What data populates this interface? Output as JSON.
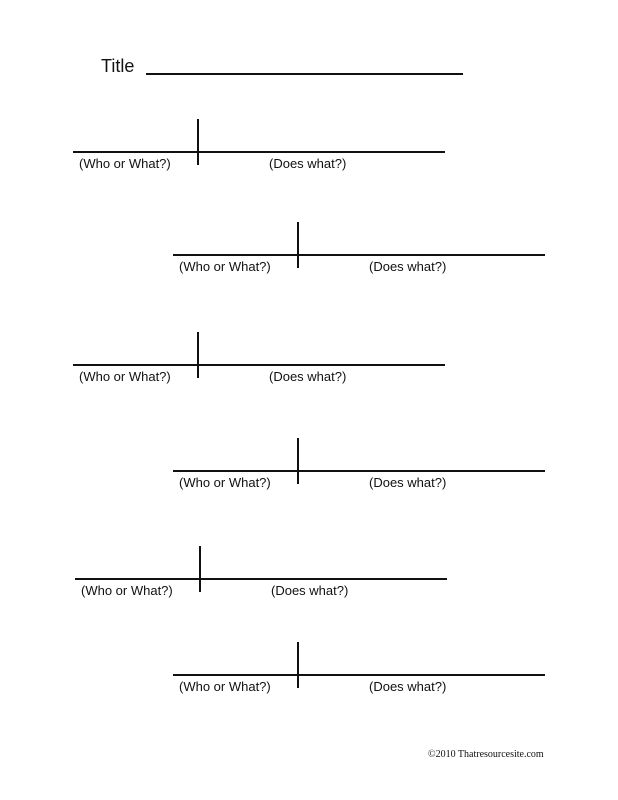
{
  "title": {
    "label": "Title",
    "value": ""
  },
  "diagrams": [
    {
      "subject_label": "(Who or What?)",
      "predicate_label": "(Does what?)"
    },
    {
      "subject_label": "(Who or What?)",
      "predicate_label": "(Does what?)"
    },
    {
      "subject_label": "(Who or What?)",
      "predicate_label": "(Does what?)"
    },
    {
      "subject_label": "(Who or What?)",
      "predicate_label": "(Does what?)"
    },
    {
      "subject_label": "(Who or What?)",
      "predicate_label": "(Does what?)"
    },
    {
      "subject_label": "(Who or What?)",
      "predicate_label": "(Does what?)"
    }
  ],
  "footer": {
    "copyright": "©2010 Thatresourcesite.com"
  }
}
